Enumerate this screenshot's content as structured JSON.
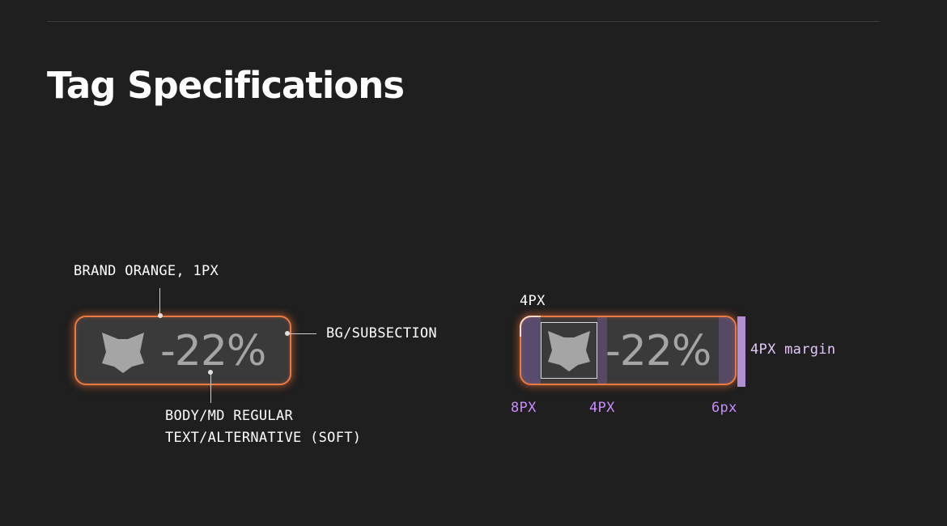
{
  "header": {
    "title": "Tag Specifications"
  },
  "tag": {
    "text": "-22%",
    "icon": "fox-logo-icon"
  },
  "annotations": {
    "border": "BRAND ORANGE, 1PX",
    "background": "BG/SUBSECTION",
    "text_line1": "BODY/MD REGULAR",
    "text_line2": "TEXT/ALTERNATIVE (SOFT)"
  },
  "spacing": {
    "radius": "4PX",
    "left_padding": "8PX",
    "gap": "4PX",
    "right_padding": "6px",
    "margin": "4PX margin"
  },
  "colors": {
    "background": "#1f1f1f",
    "tag_bg": "#3a3a3a",
    "brand_orange": "#ea7a44",
    "text_soft": "#a5a5a5",
    "spec_purple": "#c98cff",
    "margin_bar": "#b08fd6"
  }
}
